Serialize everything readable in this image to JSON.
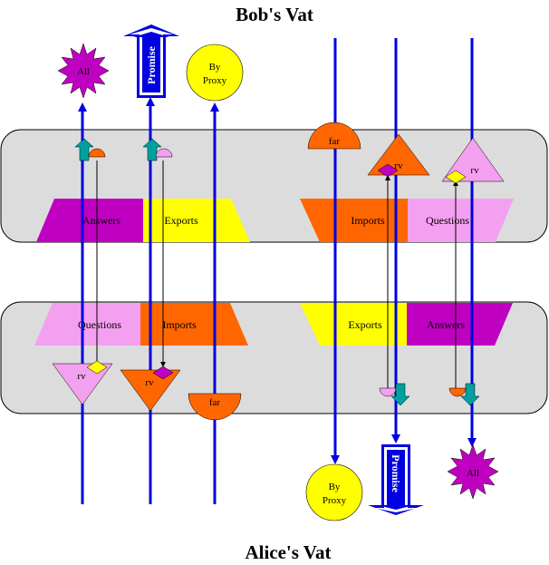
{
  "titles": {
    "top": "Bob's Vat",
    "bottom": "Alice's Vat"
  },
  "bob_tables": {
    "answers": "Answers",
    "exports": "Exports",
    "imports": "Imports",
    "questions": "Questions"
  },
  "alice_tables": {
    "questions": "Questions",
    "imports": "Imports",
    "exports": "Exports",
    "answers": "Answers"
  },
  "objects": {
    "all_top": "All",
    "promise_top": "Promise",
    "byproxy_top_1": "By",
    "byproxy_top_2": "Proxy",
    "byproxy_bottom_1": "By",
    "byproxy_bottom_2": "Proxy",
    "promise_bottom": "Promise",
    "all_bottom": "All"
  },
  "refs": {
    "far_bob": "far",
    "rv_bob_1": "rv",
    "rv_bob_2": "rv",
    "rv_alice_1": "rv",
    "rv_alice_2": "rv",
    "far_alice": "far"
  },
  "colors": {
    "panel": "#dcdcdc",
    "magenta": "#c000c0",
    "yellow": "#ffff00",
    "orange": "#ff6600",
    "pink": "#f4a0f0",
    "teal": "#00a0a0",
    "blue": "#0000e0"
  }
}
